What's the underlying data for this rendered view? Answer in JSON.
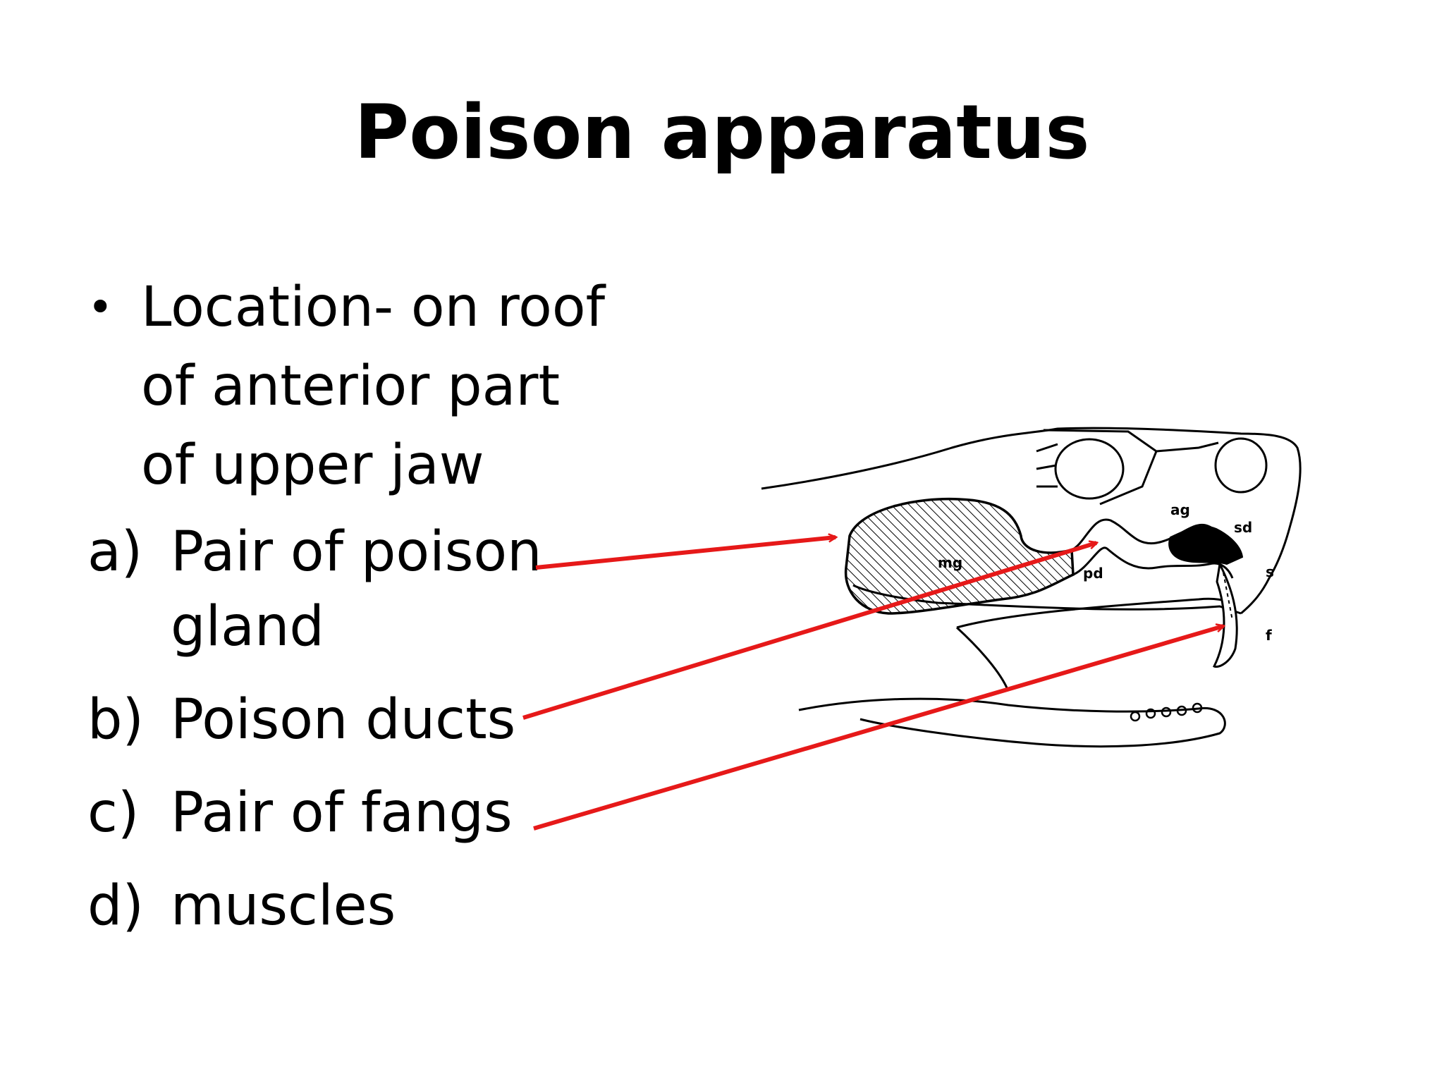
{
  "slide": {
    "title": "Poison apparatus",
    "bullet": {
      "marker": "•",
      "lines": [
        "Location- on roof",
        "of anterior part",
        "of upper jaw"
      ]
    },
    "items": [
      {
        "marker": "a)",
        "lines": [
          "Pair of poison",
          "gland"
        ]
      },
      {
        "marker": "b)",
        "lines": [
          "Poison ducts"
        ]
      },
      {
        "marker": "c)",
        "lines": [
          "Pair of fangs"
        ]
      },
      {
        "marker": "d)",
        "lines": [
          "muscles"
        ]
      }
    ]
  },
  "diagram": {
    "labels": {
      "mg": "mg",
      "pd": "pd",
      "ag": "ag",
      "sd": "sd",
      "s": "s",
      "f": "f"
    },
    "arrow_color": "#e61919"
  }
}
